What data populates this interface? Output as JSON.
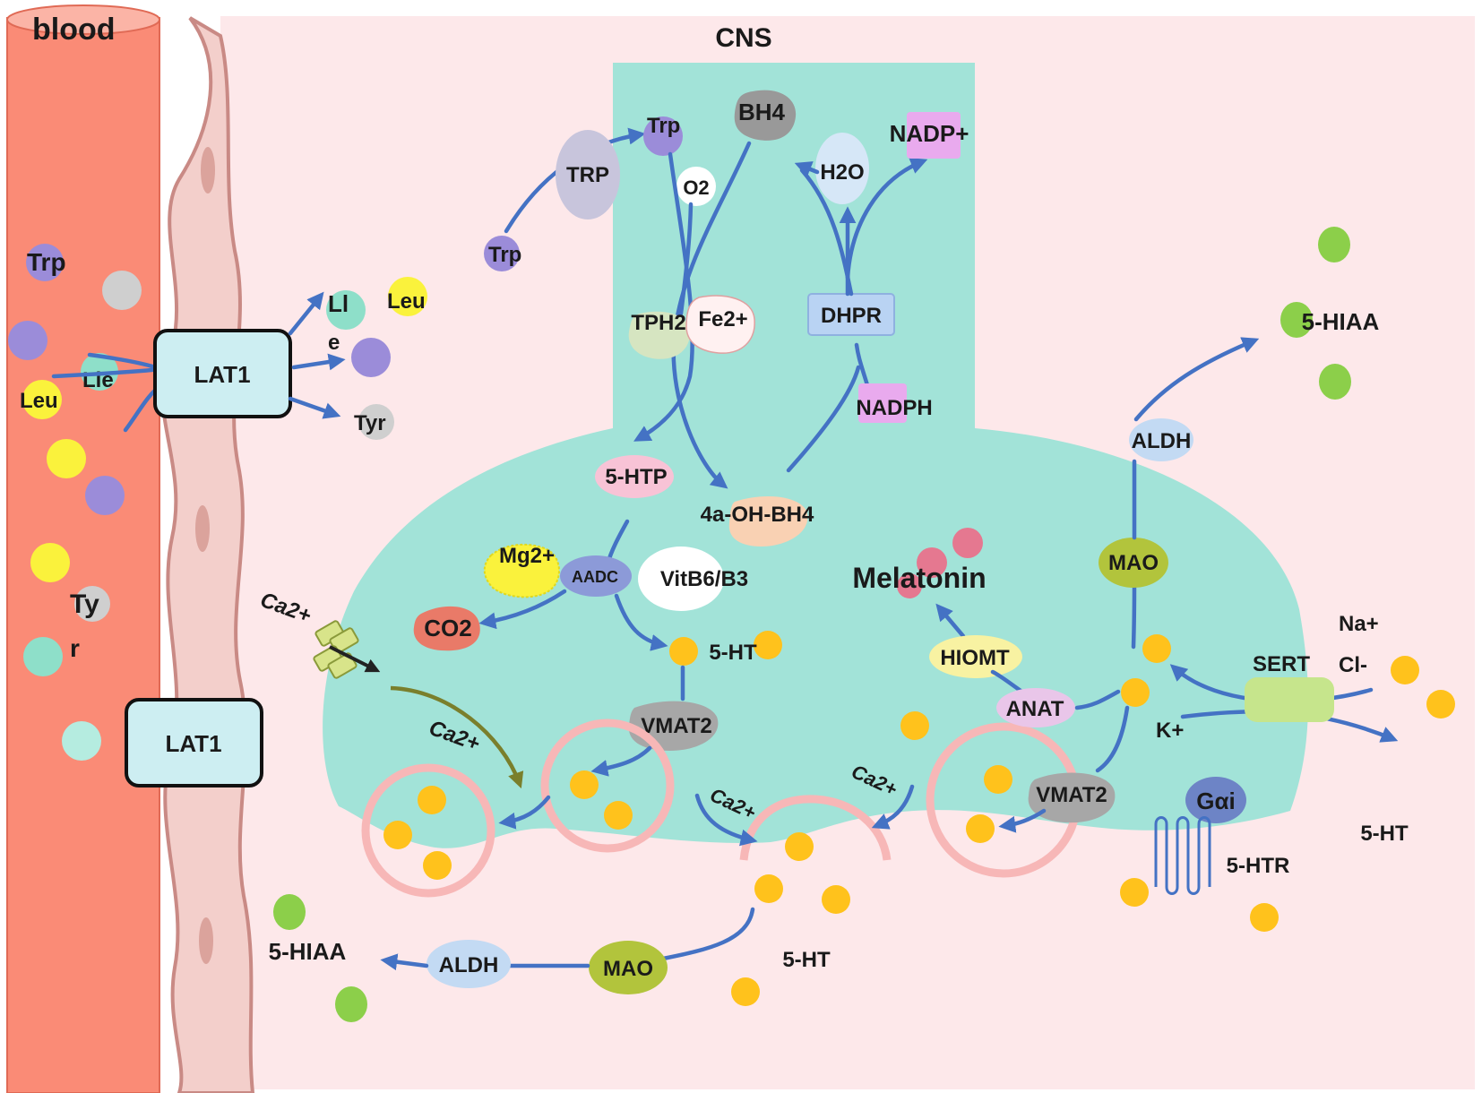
{
  "compartments": {
    "blood": "blood",
    "cns": "CNS"
  },
  "colors": {
    "blood_vessel": "#fa8b76",
    "endothelium": "#f3cfcb",
    "cns_background": "#fde8ea",
    "neuron": "#a2e3d8",
    "arrow": "#4472c4",
    "serotonin": "#ffc21c",
    "hiaa": "#8ccf4a",
    "trp": "#9b8cd9",
    "leu": "#faf23c",
    "ile": "#8edfc9",
    "tyr": "#cfcfcf"
  },
  "labels": {
    "blood_trp": "Trp",
    "blood_lle": "Lle",
    "blood_leu": "Leu",
    "blood_ty": "Ty",
    "blood_r": "r",
    "lat1_top": "LAT1",
    "lat1_bottom": "LAT1",
    "out_ll": "Ll",
    "out_e": "e",
    "out_leu": "Leu",
    "out_tyr": "Tyr",
    "trp_cns": "Trp",
    "trp_transporter": "TRP",
    "trp_neuron": "Trp",
    "o2": "O2",
    "bh4": "BH4",
    "h2o": "H2O",
    "nadp_plus": "NADP+",
    "tph2": "TPH2",
    "fe2": "Fe2+",
    "dhpr": "DHPR",
    "nadph": "NADPH",
    "htp": "5-HTP",
    "oh_bh4": "4a-OH-BH4",
    "mg2": "Mg2+",
    "aadc": "AADC",
    "vitb6": "VitB6/B3",
    "co2": "CO2",
    "ca2_channel": "Ca2+",
    "ca2_flow": "Ca2+",
    "ca2_mid": "Ca2+",
    "ca2_right": "Ca2+",
    "ht_neuron": "5-HT",
    "vmat2_left": "VMAT2",
    "vmat2_right": "VMAT2",
    "melatonin": "Melatonin",
    "hiomt": "HIOMT",
    "anat": "ANAT",
    "mao_right": "MAO",
    "aldh_right": "ALDH",
    "hiaa_right": "5-HIAA",
    "na": "Na+",
    "cl": "Cl-",
    "k": "K+",
    "sert": "SERT",
    "gai": "Gαi",
    "ht_right": "5-HT",
    "htr": "5-HTR",
    "hiaa_bottom": "5-HIAA",
    "aldh_bottom": "ALDH",
    "mao_bottom": "MAO",
    "ht_bottom": "5-HT"
  }
}
